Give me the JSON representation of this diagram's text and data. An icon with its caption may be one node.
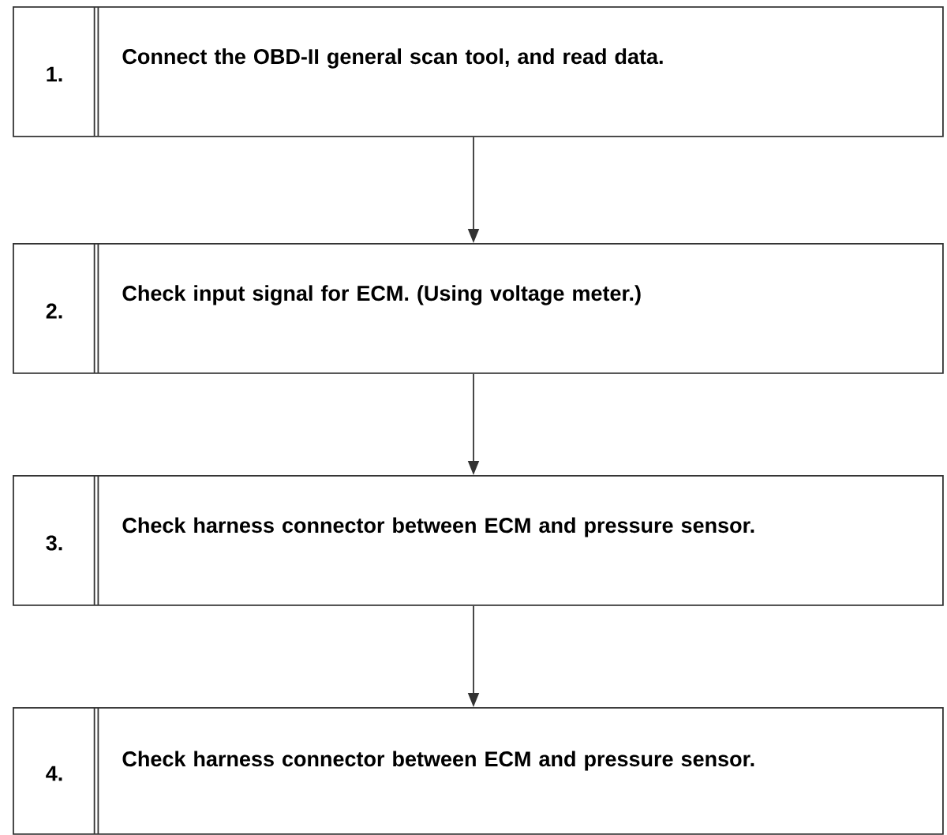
{
  "diagram": {
    "nodes": [
      {
        "text": [
          "1.",
          "Connect the OBD-II general scan tool, and read data."
        ]
      },
      {
        "text": [
          "2.",
          "Check input signal for ECM. (Using voltage meter.)"
        ]
      },
      {
        "text": [
          "3.",
          "Check harness connector between ECM and pressure sensor."
        ]
      },
      {
        "text": [
          "4.",
          "Check harness connector between ECM and pressure sensor."
        ]
      }
    ],
    "edges": [
      {
        "from": 0,
        "to": 1,
        "arrow": "to"
      },
      {
        "from": 1,
        "to": 2,
        "arrow": "to"
      },
      {
        "from": 2,
        "to": 3,
        "arrow": "to"
      }
    ]
  }
}
